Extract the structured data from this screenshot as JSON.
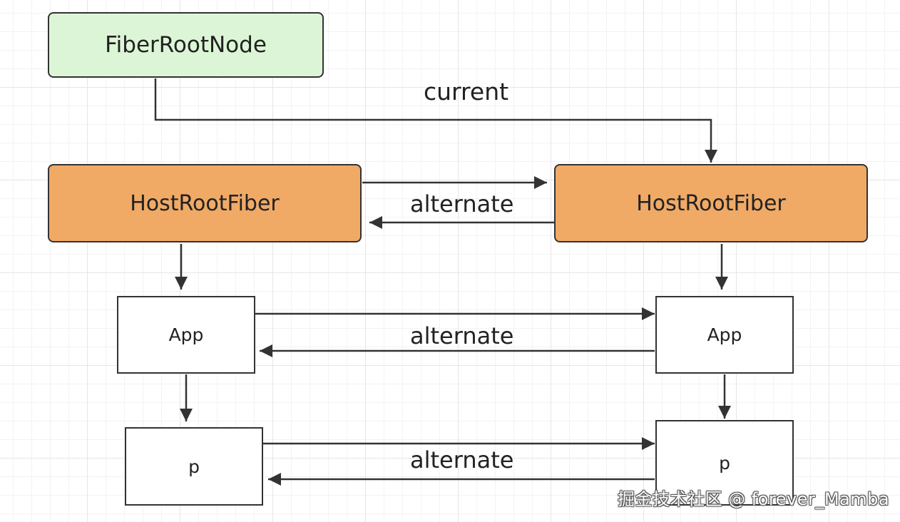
{
  "colors": {
    "root_fill": "#dcf5d6",
    "host_fill": "#f0aa66",
    "plain_fill": "#ffffff",
    "stroke": "#333333"
  },
  "nodes": {
    "fiber_root_node": "FiberRootNode",
    "host_root_fiber_current": "HostRootFiber",
    "host_root_fiber_alternate": "HostRootFiber",
    "app_current": "App",
    "app_alternate": "App",
    "p_current": "p",
    "p_alternate": "p"
  },
  "edges": {
    "current_label": "current",
    "alternate_label_1": "alternate",
    "alternate_label_2": "alternate",
    "alternate_label_3": "alternate"
  },
  "watermark": "掘金技术社区 @ forever_Mamba"
}
